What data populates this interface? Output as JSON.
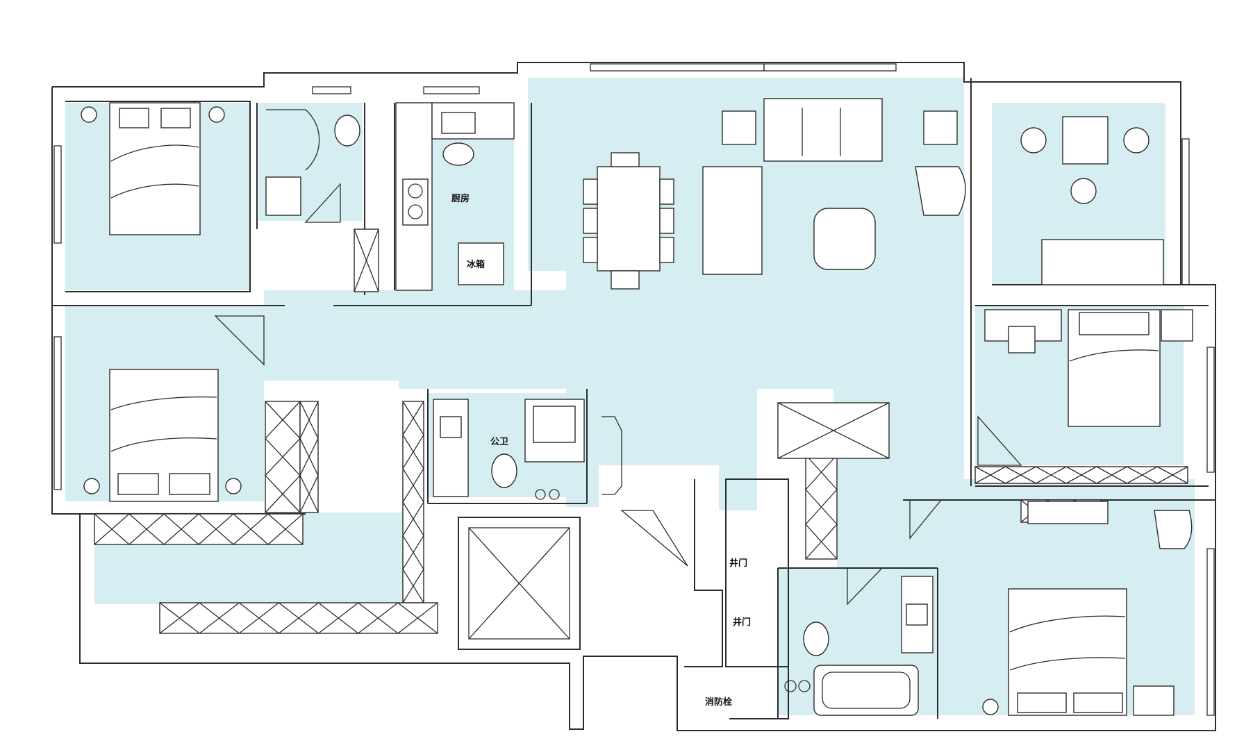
{
  "labels": {
    "kitchen": "厨房",
    "fridge": "冰箱",
    "public_bath": "公卫",
    "shaft_door_1": "井门",
    "shaft_door_2": "井门",
    "hydrant": "消防栓"
  },
  "colors": {
    "room_fill": "#d6eef2",
    "wall": "#2b2b2b"
  }
}
